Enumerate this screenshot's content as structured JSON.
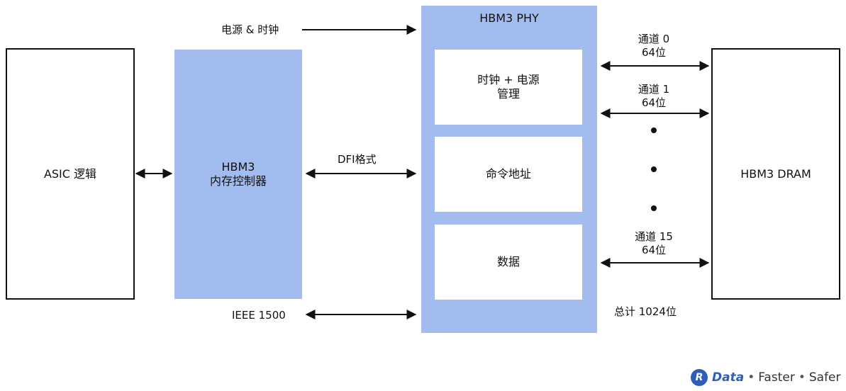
{
  "blocks": {
    "asic": "ASIC 逻辑",
    "controller_line1": "HBM3",
    "controller_line2": "内存控制器",
    "phy_title": "HBM3 PHY",
    "clock_power_line1": "时钟 + 电源",
    "clock_power_line2": "管理",
    "cmd_addr": "命令地址",
    "data": "数据",
    "dram": "HBM3 DRAM"
  },
  "labels": {
    "power_clock": "电源 & 时钟",
    "dfi": "DFI格式",
    "ieee": "IEEE 1500",
    "total": "总计 1024位"
  },
  "channels": [
    {
      "name": "通道 0",
      "width": "64位"
    },
    {
      "name": "通道 1",
      "width": "64位"
    },
    {
      "name": "通道 15",
      "width": "64位"
    }
  ],
  "brand": {
    "logo": "R",
    "name": "Data",
    "tag1": "Faster",
    "tag2": "Safer",
    "sep": "•"
  },
  "colors": {
    "block_blue": "#a3bcf0",
    "brand_blue": "#2d5fb8"
  }
}
